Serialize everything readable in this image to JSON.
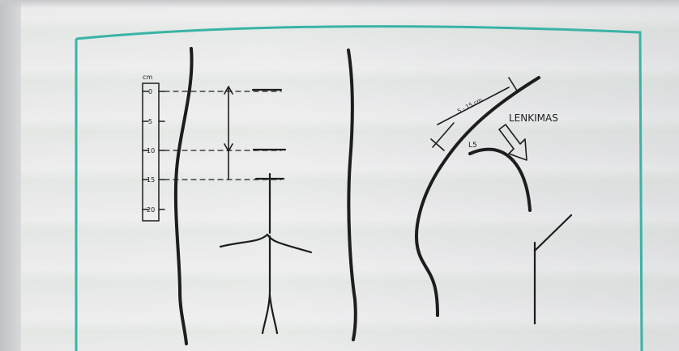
{
  "ruler": {
    "unit": "cm",
    "ticks": [
      "0",
      "5",
      "10",
      "15",
      "20"
    ]
  },
  "labels": {
    "direction": "LENKIMAS",
    "vertebra": "L5",
    "distance": "5 - 15 cm"
  },
  "colors": {
    "frame": "#3ab3a6",
    "ink": "#1d1d1d"
  }
}
